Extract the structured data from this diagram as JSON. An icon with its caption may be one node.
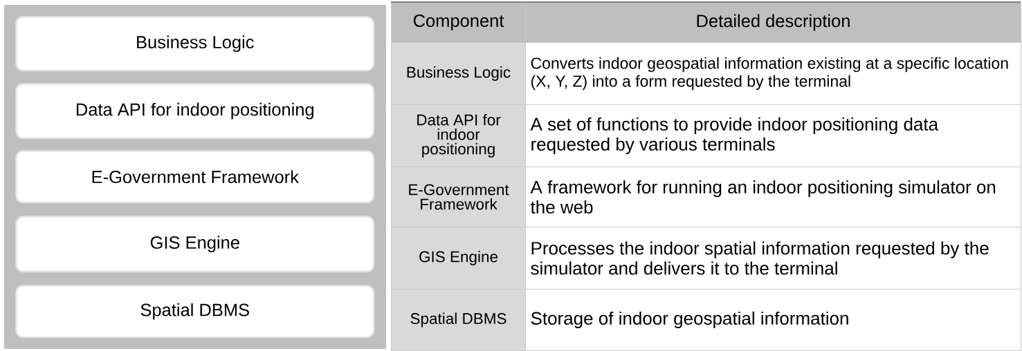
{
  "diagram": {
    "nodes": [
      {
        "text": [
          "Business Logic"
        ]
      },
      {
        "text": [
          "Data API for indoor positioning"
        ]
      },
      {
        "text": [
          "E-Government Framework"
        ]
      },
      {
        "text": [
          "GIS Engine"
        ]
      },
      {
        "text": [
          "Spatial DBMS"
        ]
      }
    ],
    "labels": [
      "Component",
      "Detailed description",
      "Business Logic",
      "Converts indoor geospatial information existing at a specific location (X, Y, Z) into a form requested by the terminal",
      "Data API for indoor positioning",
      "A set of functions to provide indoor positioning data requested by various terminals",
      "E-Government Framework",
      "A framework for running an indoor positioning simulator on the web",
      "GIS Engine",
      "Processes the indoor spatial information requested by the simulator and delivers it to the terminal",
      "Spatial DBMS",
      "Storage of indoor geospatial information"
    ]
  }
}
